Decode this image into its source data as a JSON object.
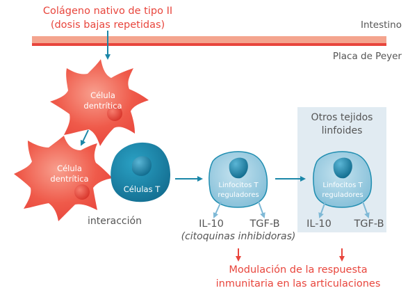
{
  "intro": {
    "line1": "Colágeno nativo de tipo II",
    "line2": "(dosis bajas repetidas)"
  },
  "layers": {
    "top": "Intestino",
    "bottom": "Placa de Peyer"
  },
  "cells": {
    "dendritic_1": {
      "line1": "Célula",
      "line2": "dentrítica"
    },
    "dendritic_2": {
      "line1": "Célula",
      "line2": "dentrítica"
    },
    "t_cells": "Células T",
    "treg_1": {
      "line1": "Linfocitos T",
      "line2": "reguladores"
    },
    "treg_2": {
      "line1": "Linfocitos T",
      "line2": "reguladores"
    }
  },
  "interaction_label": "interacción",
  "other_tissues": {
    "line1": "Otros tejidos",
    "line2": "linfoides"
  },
  "cytokines": {
    "group_1": {
      "a": "IL-10",
      "b": "TGF-B",
      "note": "(citoquinas inhibidoras)"
    },
    "group_2": {
      "a": "IL-10",
      "b": "TGF-B"
    }
  },
  "outcome": {
    "line1": "Modulación de la respuesta",
    "line2": "inmunitaria en las articulaciones"
  },
  "colors": {
    "accent_red": "#e8453c",
    "membrane_light": "#f4a48e",
    "dendritic": "#ef5a4a",
    "t_cell": "#1f8db0",
    "treg": "#8fc8df",
    "arrow_blue": "#1a86a8",
    "arrow_light_blue": "#7fb9d6",
    "box_bg": "#e1ebf2",
    "text_grey": "#555555"
  }
}
